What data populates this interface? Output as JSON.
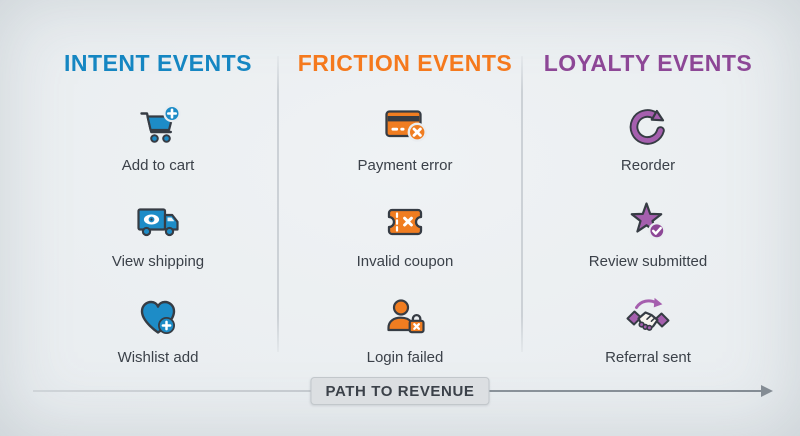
{
  "colors": {
    "intent": "#1586c2",
    "friction": "#f5791d",
    "loyalty": "#8d4796",
    "icon_blue": "#1d8cc7",
    "icon_orange": "#f07d21",
    "icon_purple": "#a55fae",
    "outline": "#363c44",
    "label_text": "#3b4149",
    "background": "#e9edf0",
    "divider": "#ccd1d6",
    "badge_bg": "#dcdfe2",
    "badge_border": "#c2c7cb"
  },
  "columns": [
    {
      "title": "INTENT EVENTS",
      "items": [
        {
          "icon": "add-to-cart-icon",
          "label": "Add to cart"
        },
        {
          "icon": "view-shipping-icon",
          "label": "View shipping"
        },
        {
          "icon": "wishlist-add-icon",
          "label": "Wishlist add"
        }
      ]
    },
    {
      "title": "FRICTION EVENTS",
      "items": [
        {
          "icon": "payment-error-icon",
          "label": "Payment error"
        },
        {
          "icon": "invalid-coupon-icon",
          "label": "Invalid coupon"
        },
        {
          "icon": "login-failed-icon",
          "label": "Login failed"
        }
      ]
    },
    {
      "title": "LOYALTY EVENTS",
      "items": [
        {
          "icon": "reorder-icon",
          "label": "Reorder"
        },
        {
          "icon": "review-submitted-icon",
          "label": "Review submitted"
        },
        {
          "icon": "referral-sent-icon",
          "label": "Referral sent"
        }
      ]
    }
  ],
  "footer": {
    "arrow_label": "PATH TO REVENUE"
  }
}
